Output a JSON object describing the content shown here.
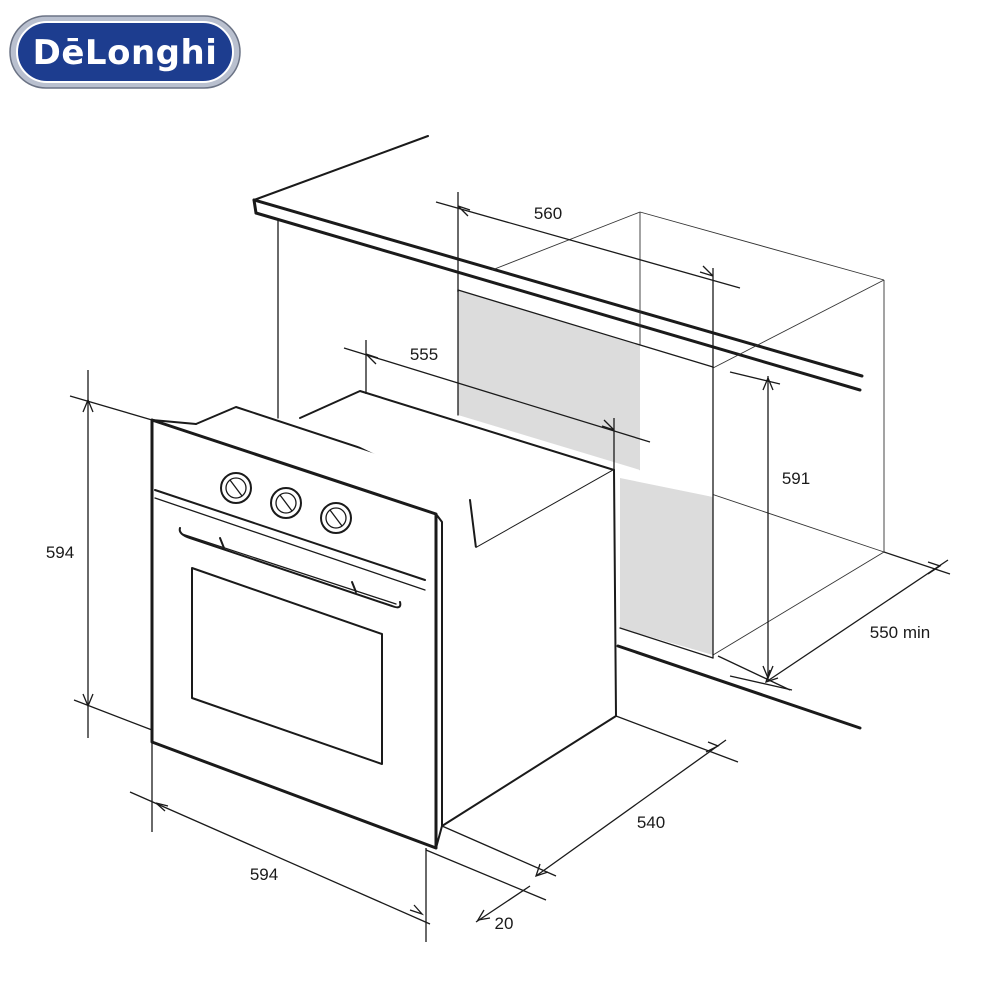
{
  "brand": {
    "logo_text": "DēLonghi",
    "logo_fill": "#1d3d8f",
    "logo_ring": "#b9c0cf"
  },
  "dimensions": {
    "cavity_width": "560",
    "inner_width": "555",
    "cavity_height": "591",
    "depth_min": "550 min",
    "oven_height": "594",
    "oven_width": "594",
    "oven_depth": "540",
    "front_thickness": "20"
  },
  "controls": {
    "knob_count": 3
  }
}
